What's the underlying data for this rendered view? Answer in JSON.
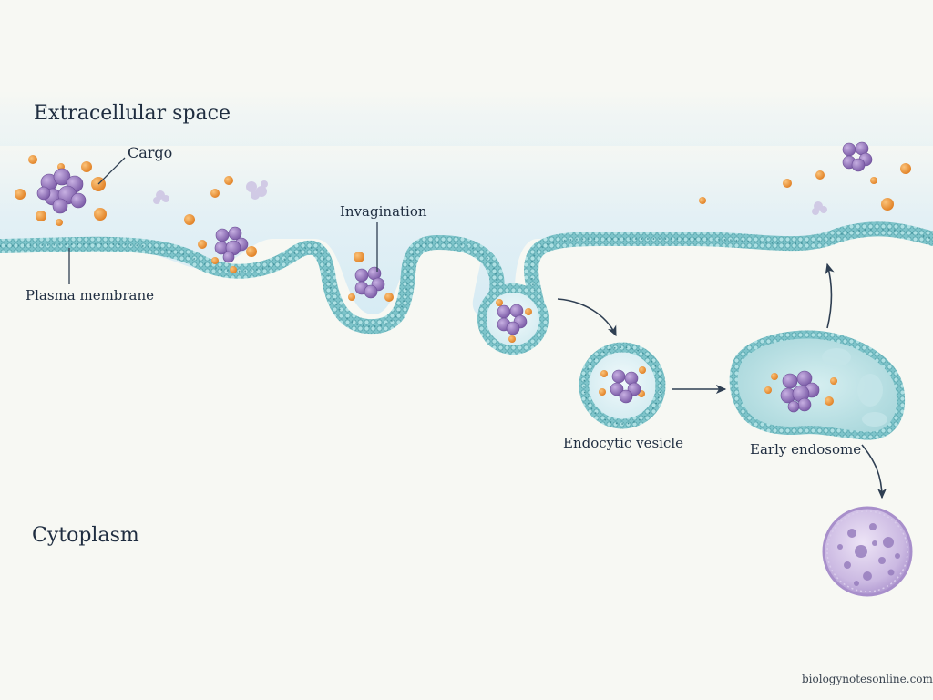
{
  "labels": {
    "extracellular": "Extracellular space",
    "cytoplasm": "Cytoplasm",
    "cargo": "Cargo",
    "plasma_membrane": "Plasma membrane",
    "invagination": "Invagination",
    "endocytic_vesicle": "Endocytic vesicle",
    "early_endosome": "Early endosome"
  },
  "credit": "biologynotesonline.com",
  "colors": {
    "membrane": "#6fb8bf",
    "membrane_dark": "#3f8f98",
    "cargo_small": "#ee9a3e",
    "cargo_protein": "#9b79c0",
    "lysosome": "#b9a6d6",
    "extracellular_tint": "#dceef6",
    "arrow": "#2f3f52"
  }
}
